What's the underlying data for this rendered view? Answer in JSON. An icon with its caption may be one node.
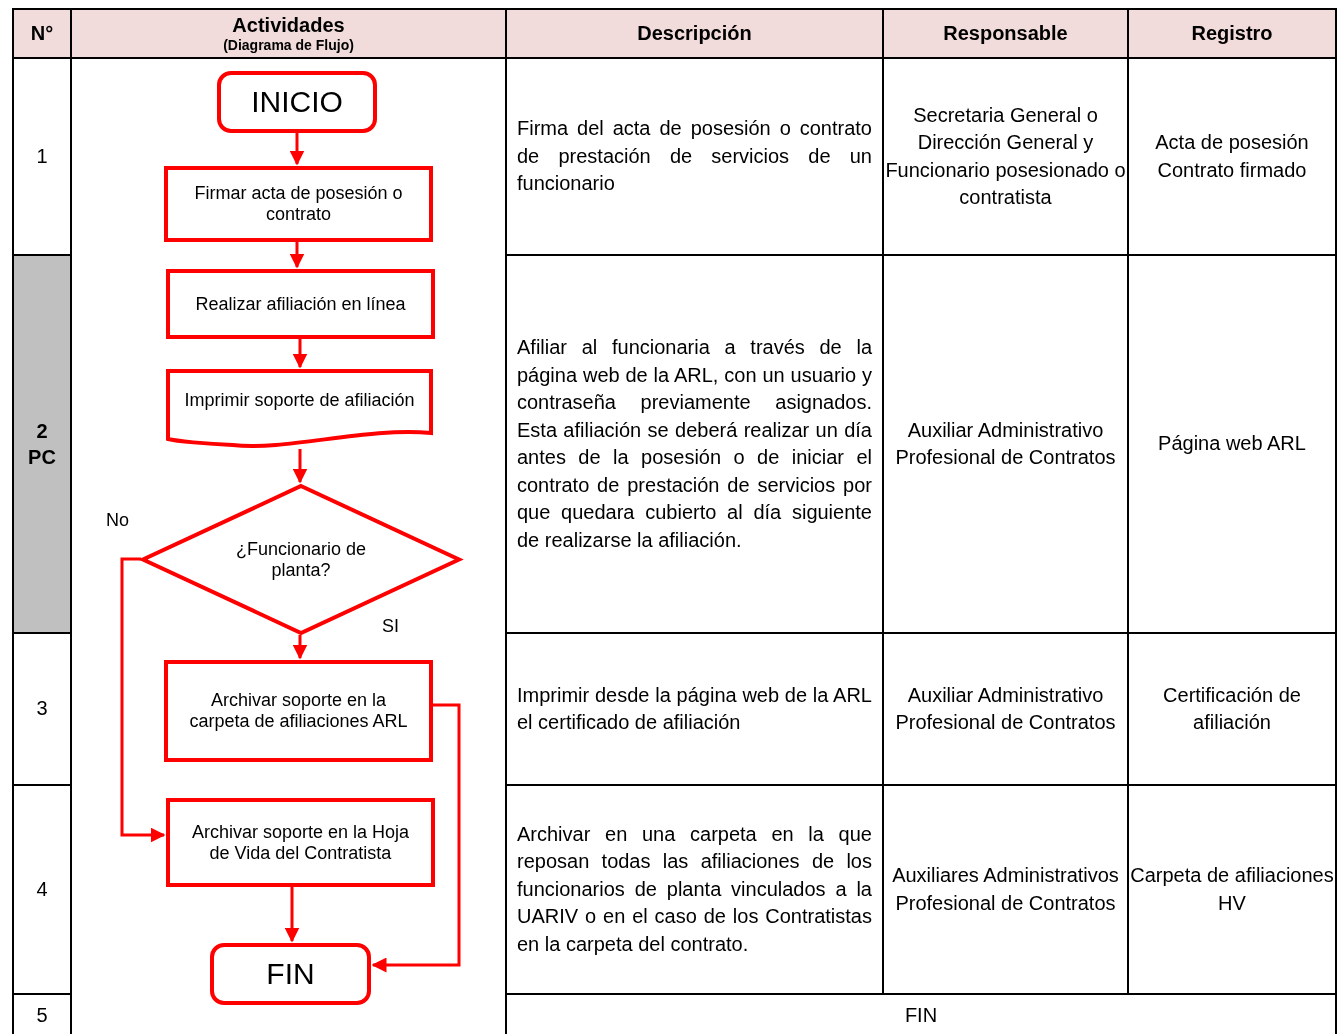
{
  "diagram": {
    "nodes": [
      {
        "text": [
          "INICIO"
        ]
      },
      {
        "text": [
          "Firmar acta de posesión o contrato"
        ]
      },
      {
        "text": [
          "Realizar afiliación en línea"
        ]
      },
      {
        "text": [
          "Imprimir soporte de afiliación"
        ]
      },
      {
        "text": [
          "¿Funcionario de planta?"
        ]
      },
      {
        "text": [
          "Archivar soporte en la carpeta de afiliaciones ARL"
        ]
      },
      {
        "text": [
          "Archivar soporte en la Hoja de Vida del Contratista"
        ]
      },
      {
        "text": [
          "FIN"
        ]
      }
    ],
    "edges": [
      {
        "from": 0,
        "to": 1,
        "arrow": "to"
      },
      {
        "from": 1,
        "to": 2,
        "arrow": "to"
      },
      {
        "from": 2,
        "to": 3,
        "arrow": "to"
      },
      {
        "from": 3,
        "to": 4,
        "arrow": "to"
      },
      {
        "from": 4,
        "to": 5,
        "arrow": "to",
        "label": "SI"
      },
      {
        "from": 4,
        "to": 6,
        "arrow": "to",
        "label": "No"
      },
      {
        "from": 5,
        "to": 7,
        "arrow": "to"
      },
      {
        "from": 6,
        "to": 7,
        "arrow": "to"
      }
    ],
    "labels": [
      "N°",
      "Actividades",
      "(Diagrama de Flujo)",
      "Descripción",
      "Responsable",
      "Registro",
      "1",
      "Firma del acta de posesión o contrato de prestación de servicios de un funcionario",
      "Secretaria General o Dirección General y Funcionario posesionado o contratista",
      "Acta de posesión Contrato firmado",
      "2 PC",
      "Afiliar al funcionaria a través de la página web de la ARL, con un usuario y contraseña previamente asignados. Esta afiliación se deberá realizar un día antes de la posesión o de iniciar el contrato de prestación de servicios por que quedara cubierto al día siguiente de realizarse la afiliación.",
      "Auxiliar Administrativo Profesional de Contratos",
      "Página web ARL",
      "3",
      "Imprimir desde la página web de la ARL el certificado de afiliación",
      "Auxiliar Administrativo Profesional de Contratos",
      "Certificación de afiliación",
      "4",
      "Archivar en una carpeta en la que reposan todas las afiliaciones de los funcionarios de planta vinculados a la UARIV o en el caso de los Contratistas en la carpeta del contrato.",
      "Auxiliares Administrativos Profesional de Contratos",
      "Carpeta de afiliaciones HV",
      "5",
      "FIN"
    ]
  }
}
